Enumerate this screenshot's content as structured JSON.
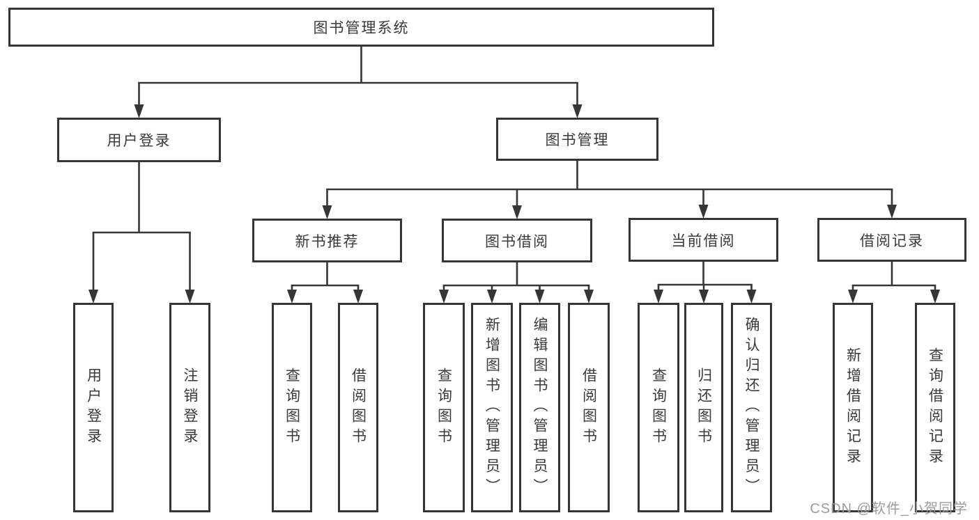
{
  "watermark": "CSDN @软件_小贺同学",
  "colors": {
    "line": "#363636",
    "text": "#3a3a3a",
    "watermark": "#9c9c9c",
    "background": "#ffffff"
  },
  "tree": {
    "label": "图书管理系统",
    "children": [
      {
        "label": "用户登录",
        "children": [
          {
            "label": "用户登录"
          },
          {
            "label": "注销登录"
          }
        ]
      },
      {
        "label": "图书管理",
        "children": [
          {
            "label": "新书推荐",
            "children": [
              {
                "label": "查询图书"
              },
              {
                "label": "借阅图书"
              }
            ]
          },
          {
            "label": "图书借阅",
            "children": [
              {
                "label": "查询图书"
              },
              {
                "label": "新增图书（管理员）"
              },
              {
                "label": "编辑图书（管理员）"
              },
              {
                "label": "借阅图书"
              }
            ]
          },
          {
            "label": "当前借阅",
            "children": [
              {
                "label": "查询图书"
              },
              {
                "label": "归还图书"
              },
              {
                "label": "确认归还（管理员）"
              }
            ]
          },
          {
            "label": "借阅记录",
            "children": [
              {
                "label": "新增借阅记录"
              },
              {
                "label": "查询借阅记录"
              }
            ]
          }
        ]
      }
    ]
  }
}
